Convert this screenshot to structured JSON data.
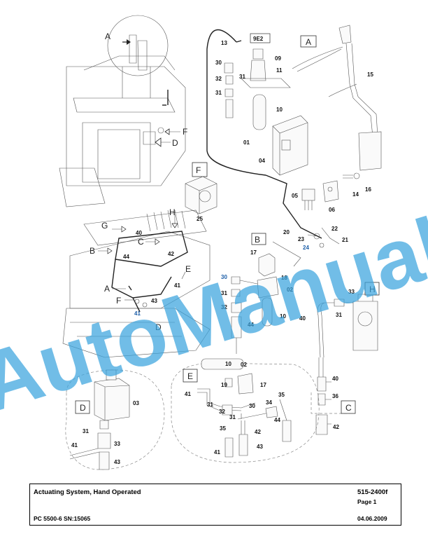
{
  "drawing": {
    "view_codes": {
      "A": "A",
      "B": "B",
      "C": "C",
      "D": "D",
      "E": "E",
      "F": "F",
      "G": "G",
      "H": "H"
    },
    "group_code": "9E2",
    "watermark": "AutoManual",
    "part_numbers": {
      "p01": "01",
      "p02": "02",
      "p03": "03",
      "p04": "04",
      "p05": "05",
      "p06": "06",
      "p09": "09",
      "p10": "10",
      "p11": "11",
      "p13": "13",
      "p14": "14",
      "p15": "15",
      "p16": "16",
      "p17": "17",
      "p18": "18",
      "p19": "19",
      "p20": "20",
      "p21": "21",
      "p22": "22",
      "p23": "23",
      "p24": "24",
      "p25": "25",
      "p30": "30",
      "p31": "31",
      "p32": "32",
      "p33": "33",
      "p34": "34",
      "p35": "35",
      "p36": "36",
      "p40": "40",
      "p41": "41",
      "p42": "42",
      "p43": "43",
      "p44": "44"
    }
  },
  "title_block": {
    "title": "Actuating System, Hand Operated",
    "document_number": "515-2400f",
    "page": "Page 1",
    "machine": "PC 5500-6 SN:15065",
    "date": "04.06.2009"
  }
}
